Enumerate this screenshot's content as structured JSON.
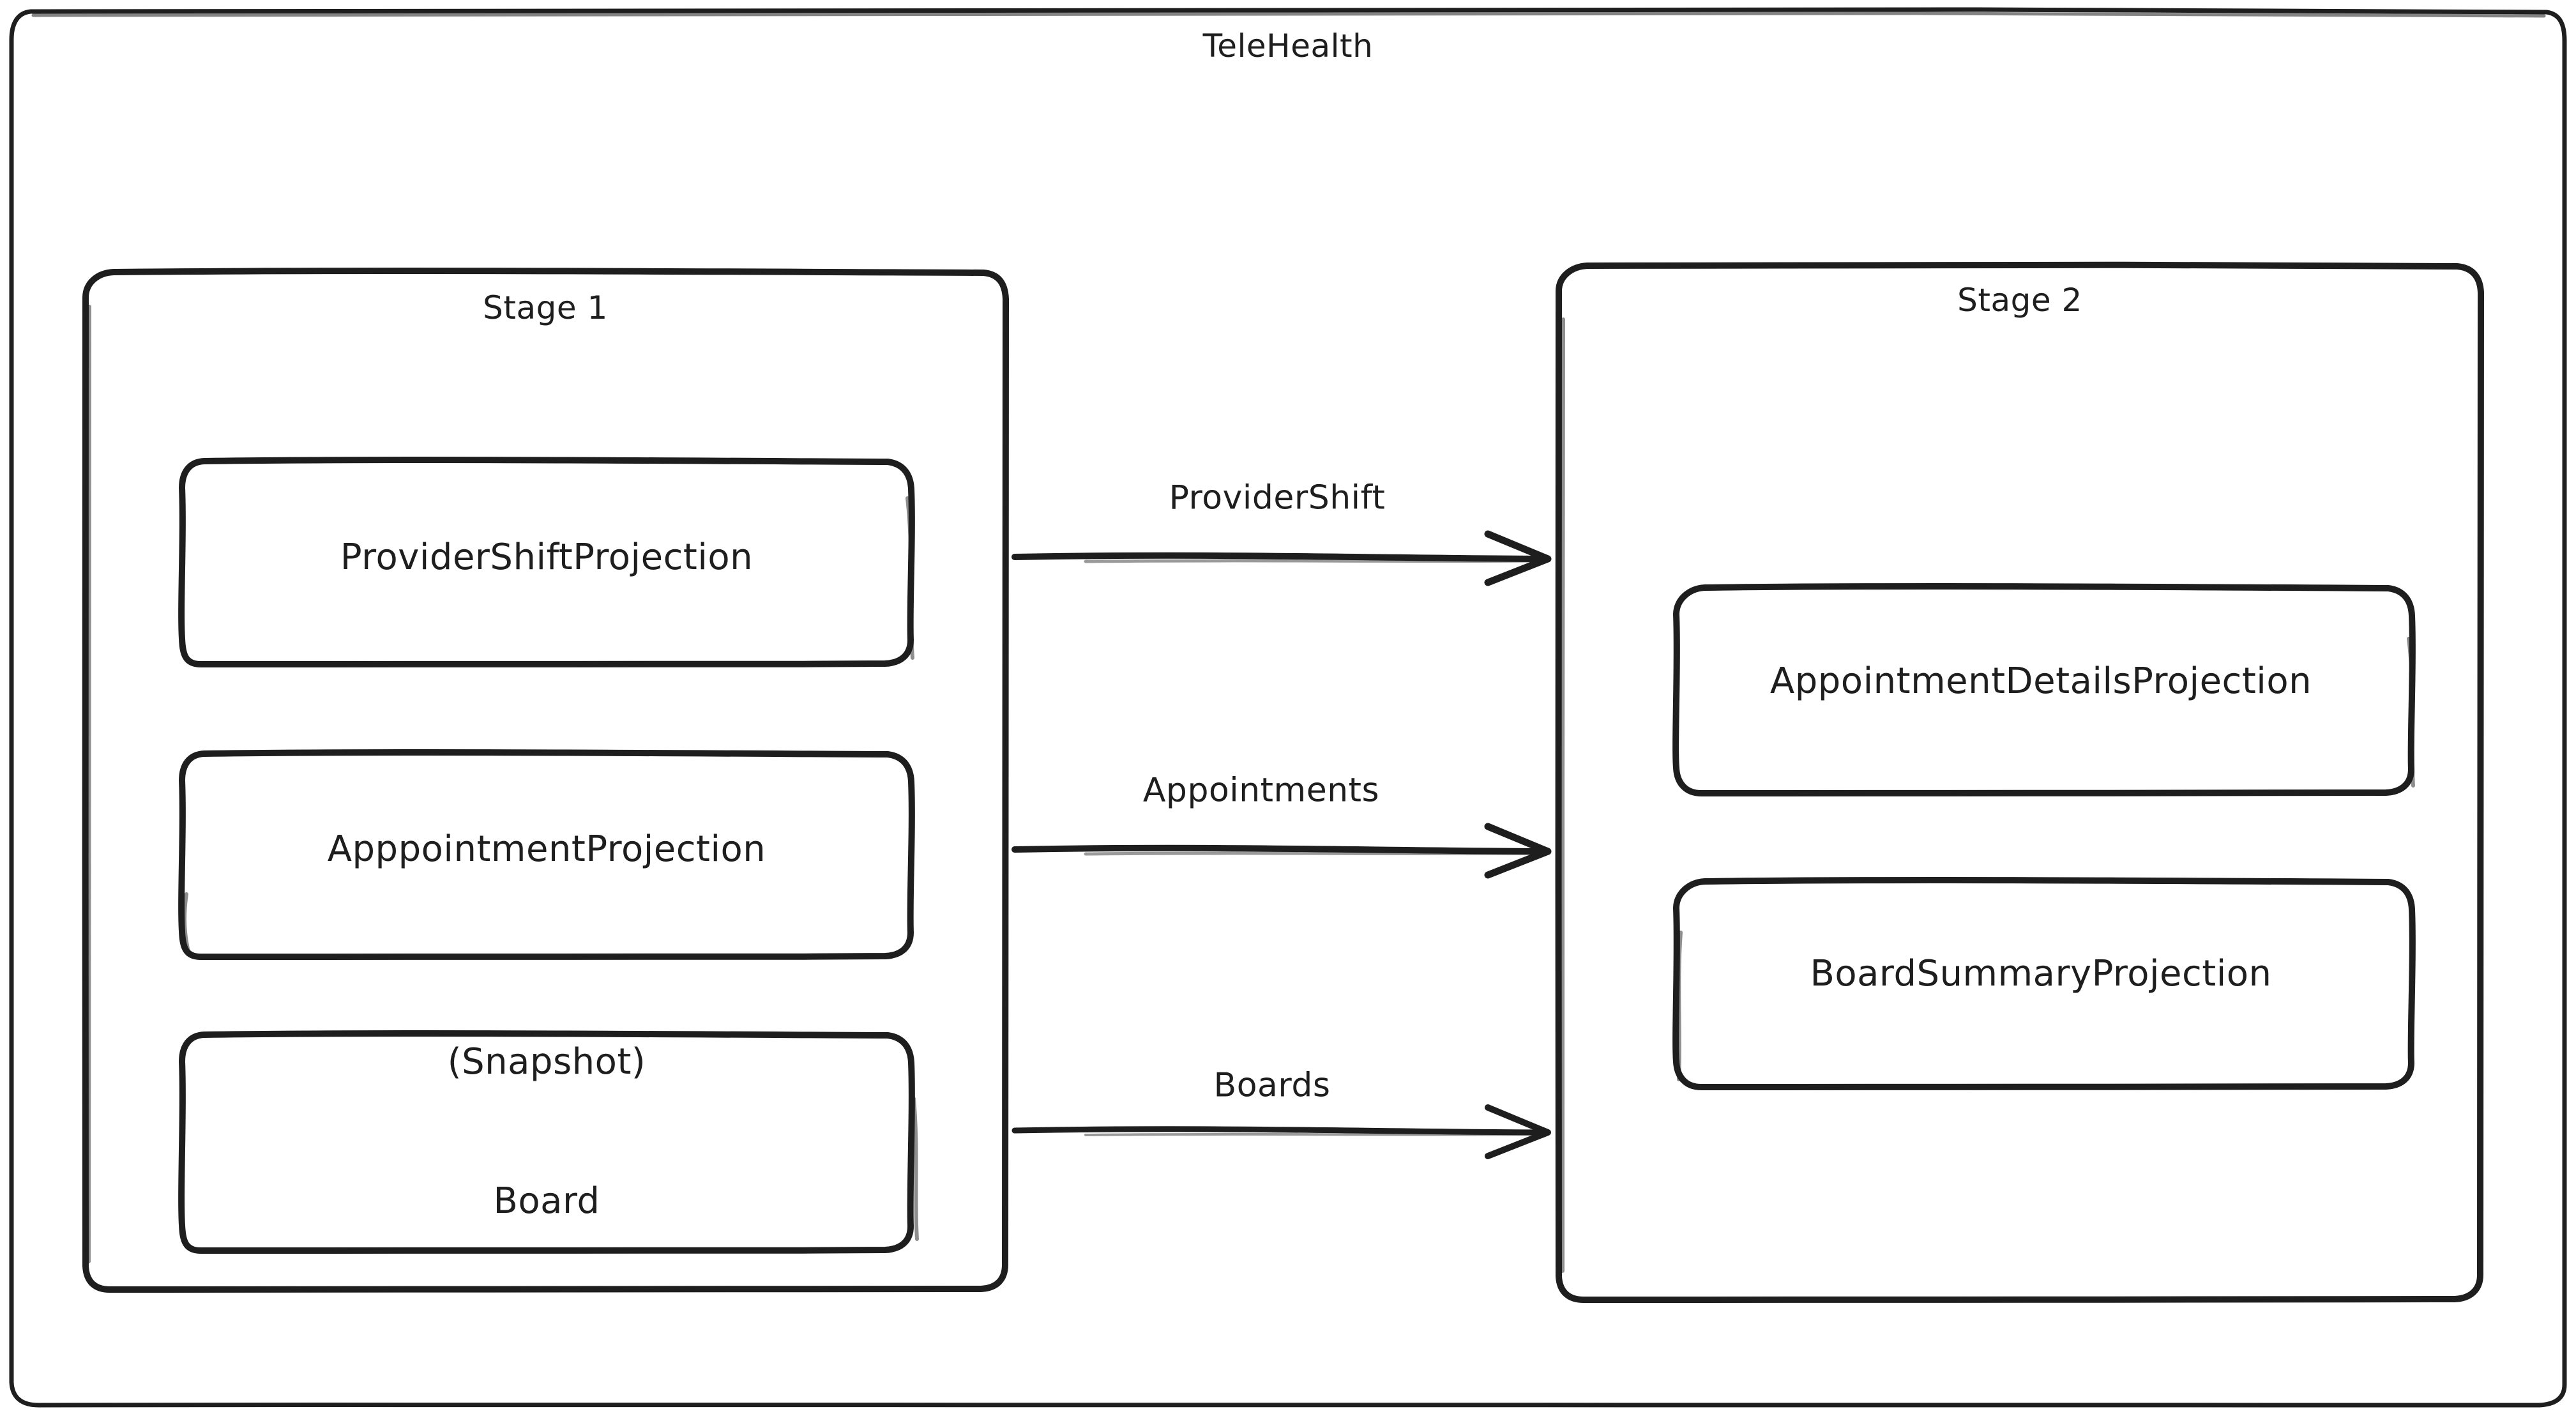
{
  "diagram": {
    "type": "architecture-flow",
    "style": "hand-drawn-sketch",
    "stroke_color": "#1e1e1e",
    "background_color": "#ffffff",
    "container": {
      "title": "TeleHealth"
    },
    "stages": [
      {
        "title": "Stage 1",
        "nodes": [
          {
            "label": "ProviderShiftProjection",
            "lines": [
              "ProviderShiftProjection"
            ]
          },
          {
            "label": "ApppointmentProjection",
            "lines": [
              "ApppointmentProjection"
            ]
          },
          {
            "label": "(Snapshot) Board",
            "lines": [
              "(Snapshot)",
              "Board"
            ]
          }
        ]
      },
      {
        "title": "Stage 2",
        "nodes": [
          {
            "label": "AppointmentDetailsProjection",
            "lines": [
              "AppointmentDetailsProjection"
            ]
          },
          {
            "label": "BoardSummaryProjection",
            "lines": [
              "BoardSummaryProjection"
            ]
          }
        ]
      }
    ],
    "edges": [
      {
        "label": "ProviderShift",
        "from": "Stage 1",
        "to": "Stage 2",
        "direction": "right"
      },
      {
        "label": "Appointments",
        "from": "Stage 1",
        "to": "Stage 2",
        "direction": "right"
      },
      {
        "label": "Boards",
        "from": "Stage 1",
        "to": "Stage 2",
        "direction": "right"
      }
    ]
  }
}
